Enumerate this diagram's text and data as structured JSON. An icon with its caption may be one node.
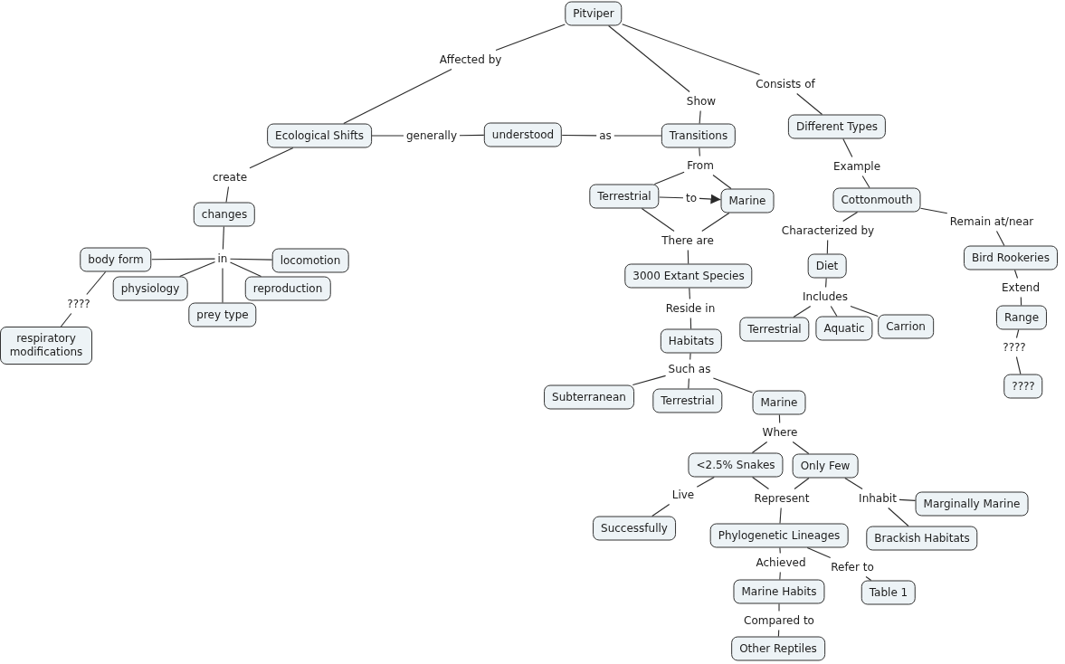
{
  "diagram": {
    "nodes": [
      {
        "text": [
          "Pitviper"
        ]
      },
      {
        "text": [
          "Affected by"
        ]
      },
      {
        "text": [
          "Show"
        ]
      },
      {
        "text": [
          "Consists of"
        ]
      },
      {
        "text": [
          "Ecological Shifts"
        ]
      },
      {
        "text": [
          "generally"
        ]
      },
      {
        "text": [
          "understood"
        ]
      },
      {
        "text": [
          "as"
        ]
      },
      {
        "text": [
          "Transitions"
        ]
      },
      {
        "text": [
          "Different Types"
        ]
      },
      {
        "text": [
          "create"
        ]
      },
      {
        "text": [
          "From"
        ]
      },
      {
        "text": [
          "Example"
        ]
      },
      {
        "text": [
          "changes"
        ]
      },
      {
        "text": [
          "Terrestrial"
        ]
      },
      {
        "text": [
          "to"
        ]
      },
      {
        "text": [
          "Marine"
        ]
      },
      {
        "text": [
          "Cottonmouth"
        ]
      },
      {
        "text": [
          "Characterized by"
        ]
      },
      {
        "text": [
          "Remain at/near"
        ]
      },
      {
        "text": [
          "in"
        ]
      },
      {
        "text": [
          "body form"
        ]
      },
      {
        "text": [
          "locomotion"
        ]
      },
      {
        "text": [
          "physiology"
        ]
      },
      {
        "text": [
          "reproduction"
        ]
      },
      {
        "text": [
          "prey type"
        ]
      },
      {
        "text": [
          "????"
        ]
      },
      {
        "text": [
          "respiratory modifications"
        ]
      },
      {
        "text": [
          "There are"
        ]
      },
      {
        "text": [
          "3000 Extant Species"
        ]
      },
      {
        "text": [
          "Diet"
        ]
      },
      {
        "text": [
          "Bird Rookeries"
        ]
      },
      {
        "text": [
          "Includes"
        ]
      },
      {
        "text": [
          "Extend"
        ]
      },
      {
        "text": [
          "Reside in"
        ]
      },
      {
        "text": [
          "Terrestrial"
        ]
      },
      {
        "text": [
          "Aquatic"
        ]
      },
      {
        "text": [
          "Carrion"
        ]
      },
      {
        "text": [
          "Range"
        ]
      },
      {
        "text": [
          "Habitats"
        ]
      },
      {
        "text": [
          "????"
        ]
      },
      {
        "text": [
          "Such as"
        ]
      },
      {
        "text": [
          "????"
        ]
      },
      {
        "text": [
          "Subterranean"
        ]
      },
      {
        "text": [
          "Terrestrial"
        ]
      },
      {
        "text": [
          "Marine"
        ]
      },
      {
        "text": [
          "Where"
        ]
      },
      {
        "text": [
          "<2.5% Snakes"
        ]
      },
      {
        "text": [
          "Only Few"
        ]
      },
      {
        "text": [
          "Live"
        ]
      },
      {
        "text": [
          "Represent"
        ]
      },
      {
        "text": [
          "Inhabit"
        ]
      },
      {
        "text": [
          "Marginally Marine"
        ]
      },
      {
        "text": [
          "Successfully"
        ]
      },
      {
        "text": [
          "Phylogenetic Lineages"
        ]
      },
      {
        "text": [
          "Brackish Habitats"
        ]
      },
      {
        "text": [
          "Achieved"
        ]
      },
      {
        "text": [
          "Refer to"
        ]
      },
      {
        "text": [
          "Marine Habits"
        ]
      },
      {
        "text": [
          "Table 1"
        ]
      },
      {
        "text": [
          "Compared to"
        ]
      },
      {
        "text": [
          "Other Reptiles"
        ]
      }
    ],
    "edges": [
      {
        "from": 0,
        "to": 1,
        "arrow": "none"
      },
      {
        "from": 1,
        "to": 4,
        "arrow": "none"
      },
      {
        "from": 0,
        "to": 2,
        "arrow": "none"
      },
      {
        "from": 2,
        "to": 8,
        "arrow": "none"
      },
      {
        "from": 0,
        "to": 3,
        "arrow": "none"
      },
      {
        "from": 3,
        "to": 9,
        "arrow": "none"
      },
      {
        "from": 4,
        "to": 5,
        "arrow": "none"
      },
      {
        "from": 5,
        "to": 6,
        "arrow": "none"
      },
      {
        "from": 6,
        "to": 7,
        "arrow": "none"
      },
      {
        "from": 7,
        "to": 8,
        "arrow": "none"
      },
      {
        "from": 4,
        "to": 10,
        "arrow": "none"
      },
      {
        "from": 10,
        "to": 13,
        "arrow": "none"
      },
      {
        "from": 8,
        "to": 11,
        "arrow": "none"
      },
      {
        "from": 11,
        "to": 14,
        "arrow": "none"
      },
      {
        "from": 11,
        "to": 16,
        "arrow": "none"
      },
      {
        "from": 14,
        "to": 15,
        "arrow": "none"
      },
      {
        "from": 15,
        "to": 16,
        "arrow": "to"
      },
      {
        "from": 14,
        "to": 28,
        "arrow": "none"
      },
      {
        "from": 16,
        "to": 28,
        "arrow": "none"
      },
      {
        "from": 28,
        "to": 29,
        "arrow": "none"
      },
      {
        "from": 9,
        "to": 12,
        "arrow": "none"
      },
      {
        "from": 12,
        "to": 17,
        "arrow": "none"
      },
      {
        "from": 17,
        "to": 18,
        "arrow": "none"
      },
      {
        "from": 18,
        "to": 30,
        "arrow": "none"
      },
      {
        "from": 17,
        "to": 19,
        "arrow": "none"
      },
      {
        "from": 19,
        "to": 31,
        "arrow": "none"
      },
      {
        "from": 13,
        "to": 20,
        "arrow": "none"
      },
      {
        "from": 20,
        "to": 21,
        "arrow": "none"
      },
      {
        "from": 20,
        "to": 22,
        "arrow": "none"
      },
      {
        "from": 20,
        "to": 23,
        "arrow": "none"
      },
      {
        "from": 20,
        "to": 24,
        "arrow": "none"
      },
      {
        "from": 20,
        "to": 25,
        "arrow": "none"
      },
      {
        "from": 21,
        "to": 26,
        "arrow": "none"
      },
      {
        "from": 26,
        "to": 27,
        "arrow": "none"
      },
      {
        "from": 29,
        "to": 34,
        "arrow": "none"
      },
      {
        "from": 34,
        "to": 39,
        "arrow": "none"
      },
      {
        "from": 30,
        "to": 32,
        "arrow": "none"
      },
      {
        "from": 32,
        "to": 35,
        "arrow": "none"
      },
      {
        "from": 32,
        "to": 36,
        "arrow": "none"
      },
      {
        "from": 32,
        "to": 37,
        "arrow": "none"
      },
      {
        "from": 31,
        "to": 33,
        "arrow": "none"
      },
      {
        "from": 33,
        "to": 38,
        "arrow": "none"
      },
      {
        "from": 38,
        "to": 40,
        "arrow": "none"
      },
      {
        "from": 40,
        "to": 42,
        "arrow": "none"
      },
      {
        "from": 39,
        "to": 41,
        "arrow": "none"
      },
      {
        "from": 41,
        "to": 43,
        "arrow": "none"
      },
      {
        "from": 41,
        "to": 44,
        "arrow": "none"
      },
      {
        "from": 41,
        "to": 45,
        "arrow": "none"
      },
      {
        "from": 45,
        "to": 46,
        "arrow": "none"
      },
      {
        "from": 46,
        "to": 47,
        "arrow": "none"
      },
      {
        "from": 46,
        "to": 48,
        "arrow": "none"
      },
      {
        "from": 47,
        "to": 49,
        "arrow": "none"
      },
      {
        "from": 49,
        "to": 53,
        "arrow": "none"
      },
      {
        "from": 47,
        "to": 50,
        "arrow": "none"
      },
      {
        "from": 48,
        "to": 50,
        "arrow": "none"
      },
      {
        "from": 50,
        "to": 54,
        "arrow": "none"
      },
      {
        "from": 48,
        "to": 51,
        "arrow": "none"
      },
      {
        "from": 51,
        "to": 52,
        "arrow": "none"
      },
      {
        "from": 51,
        "to": 55,
        "arrow": "none"
      },
      {
        "from": 54,
        "to": 56,
        "arrow": "none"
      },
      {
        "from": 56,
        "to": 58,
        "arrow": "none"
      },
      {
        "from": 54,
        "to": 57,
        "arrow": "none"
      },
      {
        "from": 57,
        "to": 59,
        "arrow": "none"
      },
      {
        "from": 58,
        "to": 60,
        "arrow": "none"
      },
      {
        "from": 60,
        "to": 61,
        "arrow": "none"
      }
    ]
  }
}
